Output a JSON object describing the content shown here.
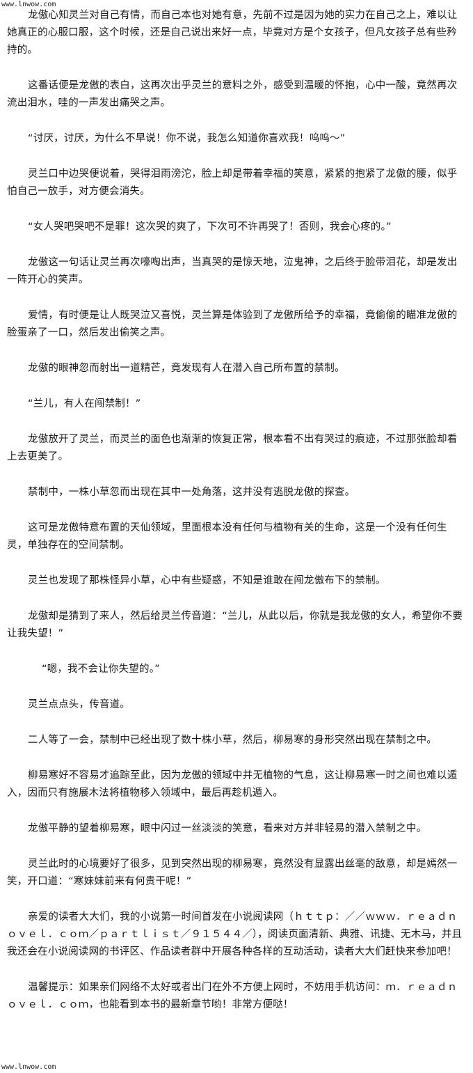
{
  "watermark": {
    "top": "www.lnwow.com",
    "bottom": "www.lnwow.com"
  },
  "paragraphs": [
    "龙傲心知灵兰对自己有情，而自己本也对她有意，先前不过是因为她的实力在自己之上，难以让她真正的心服口服，这个时候，还是自己说出来好一点，毕竟对方是个女孩子，但凡女孩子总有些矜持的。",
    "这番话便是龙傲的表白，这再次出乎灵兰的意料之外，感受到温暖的怀抱，心中一酸，竟然再次流出泪水，哇的一声发出痛哭之声。",
    "“讨厌，讨厌，为什么不早说！你不说，我怎么知道你喜欢我！呜呜～”",
    "灵兰口中边哭便说着，哭得泪雨滂沱，脸上却是带着幸福的笑意，紧紧的抱紧了龙傲的腰，似乎怕自己一放手，对方便会消失。",
    "“女人哭吧哭吧不是罪！这次哭的爽了，下次可不许再哭了！否则，我会心疼的。”",
    "龙傲这一句话让灵兰再次嚎啕出声，当真哭的是惊天地，泣鬼神，之后终于脸带泪花，却是发出一阵开心的笑声。",
    "爱情，有时便是让人既哭泣又喜悦，灵兰算是体验到了龙傲所给予的幸福，竟偷偷的瞄准龙傲的脸蛋亲了一口，然后发出偷笑之声。",
    "龙傲的眼神忽而射出一道精芒，竟发现有人在潜入自己所布置的禁制。",
    "“兰儿，有人在闯禁制！”",
    "龙傲放开了灵兰，而灵兰的面色也渐渐的恢复正常，根本看不出有哭过的痕迹，不过那张脸却看上去更美了。",
    "禁制中，一株小草忽而出现在其中一处角落，这并没有逃脱龙傲的探查。",
    "这可是龙傲特意布置的天仙领域，里面根本没有任何与植物有关的生命，这是一个没有任何生灵，单独存在的空间禁制。",
    "灵兰也发现了那株怪异小草，心中有些疑惑，不知是谁敢在闯龙傲布下的禁制。",
    "龙傲却是猜到了来人，然后给灵兰传音道：“兰儿，从此以后，你就是我龙傲的女人，希望你不要让我失望！”",
    "“嗯，我不会让你失望的。”",
    "灵兰点点头，传音道。",
    "二人等了一会，禁制中已经出现了数十株小草，然后，柳易寒的身形突然出现在禁制之中。",
    "柳易寒好不容易才追踪至此，因为龙傲的领域中并无植物的气息，这让柳易寒一时之间也难以遁入，因而只有施展木法将植物移入领域中，最后再趁机遁入。",
    "龙傲平静的望着柳易寒，眼中闪过一丝淡淡的笑意，看来对方并非轻易的潜入禁制之中。",
    "灵兰此时的心境要好了很多，见到突然出现的柳易寒，竟然没有显露出丝毫的敌意，却是嫣然一笑，开口道：“寒妹妹前来有何贵干呢！”",
    "亲爱的读者大大们，我的小说第一时间首发在小说阅读网（ｈｔｔｐ：／／ｗｗｗ．ｒｅａｄｎｏｖｅｌ．ｃｏｍ／ｐａｒｔｌｉｓｔ／９１５４４／），阅读页面清新、典雅、讯捷、无木马，并且我还会在小说阅读网的书评区、作品读者群中开展各种各样的互动活动，读者大大们赶快来参加吧！",
    "温馨提示：如果亲们网络不太好或者出门在外不方便上网时，不妨用手机访问：ｍ．ｒｅａｄｎｏｖｅｌ．ｃｏｍ，也能看到本书的最新章节哟！非常方便哒！"
  ]
}
